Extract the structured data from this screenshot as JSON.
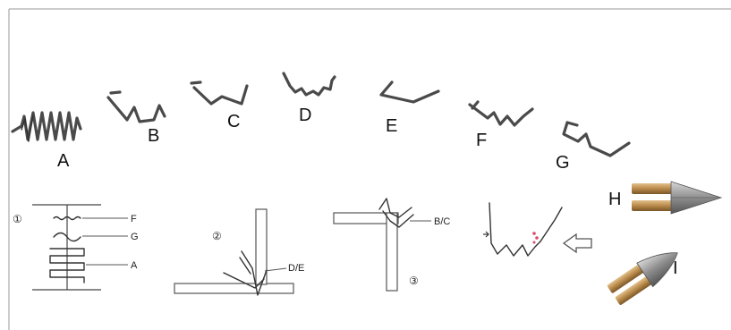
{
  "staple_labels": [
    "A",
    "B",
    "C",
    "D",
    "E",
    "F",
    "G"
  ],
  "tip_labels": [
    "H",
    "I"
  ],
  "diagram_1": {
    "number": "①",
    "callouts": [
      "F",
      "G",
      "A"
    ]
  },
  "diagram_2": {
    "number": "②",
    "callout": "D/E"
  },
  "diagram_3": {
    "number": "③",
    "callout": "B/C"
  },
  "colors": {
    "wire": "#4a4a4a",
    "brass": "#b8894a",
    "steel": "#8a8a8a",
    "highlight": "#d84a6a"
  }
}
